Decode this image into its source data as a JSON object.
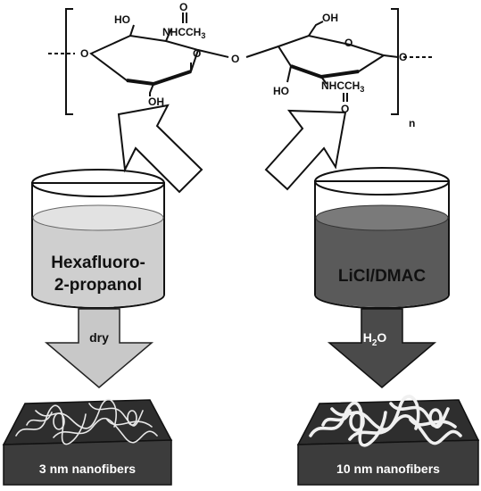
{
  "structure": {
    "ring1_top_left": "HO",
    "ring1_top_right": "NHCCH",
    "ring1_top_right_sub": "3",
    "ring1_carbonyl": "O",
    "ring1_bottom": "OH",
    "ring1_left_link": "O",
    "bridge_oxygen": "O",
    "ring2_top": "OH",
    "ring2_bottom_left": "HO",
    "ring2_bottom_right": "NHCCH",
    "ring2_bottom_right_sub": "3",
    "ring2_carbonyl": "O",
    "ring2_right_link": "O",
    "repeat_unit": "n"
  },
  "left_path": {
    "solvent_line1": "Hexafluoro-",
    "solvent_line2": "2-propanol",
    "process": "dry",
    "result": "3 nm nanofibers",
    "liquid_color": "#cfcfcf",
    "arrow_color": "#c8c8c8"
  },
  "right_path": {
    "solvent": "LiCl/DMAC",
    "process": "H",
    "process_sub": "2",
    "process_tail": "O",
    "result": "10 nm nanofibers",
    "liquid_color": "#5a5a5a",
    "arrow_color": "#4a4a4a"
  }
}
